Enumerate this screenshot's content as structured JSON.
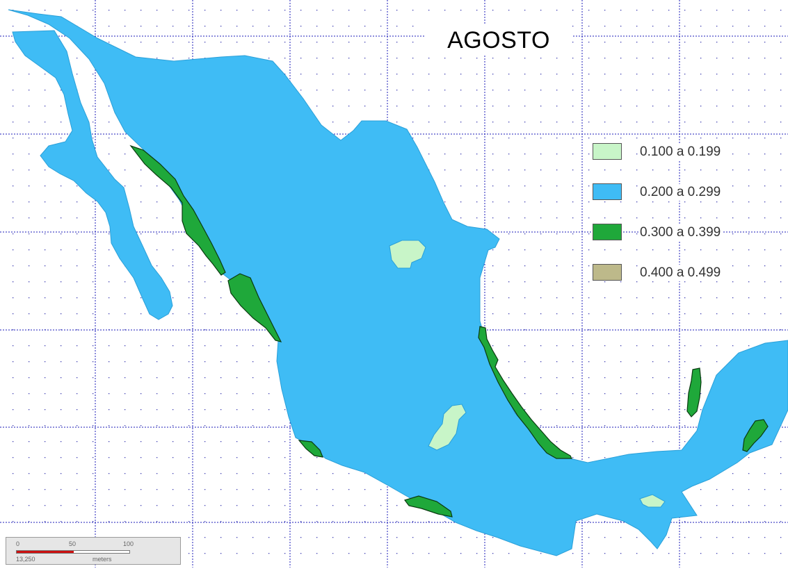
{
  "map": {
    "title": "AGOSTO",
    "ocean_color": "#ffffff",
    "land_color": "#3fbcf5",
    "coastline_color": "#2a9fd8",
    "grid_color": "#1b1bb8",
    "dot_color": "#3a3ab0"
  },
  "legend": {
    "items": [
      {
        "label": "0.100 a 0.199",
        "color": "#c8f5c8"
      },
      {
        "label": "0.200 a 0.299",
        "color": "#3fbcf5"
      },
      {
        "label": "0.300 a 0.399",
        "color": "#1fa83a"
      },
      {
        "label": "0.400 a 0.499",
        "color": "#bdb98a"
      }
    ]
  },
  "scale_bar": {
    "labels": [
      "0",
      "50",
      "100"
    ],
    "value_text": "13,250",
    "unit_text": "meters",
    "bar_color": "#cc1111"
  }
}
